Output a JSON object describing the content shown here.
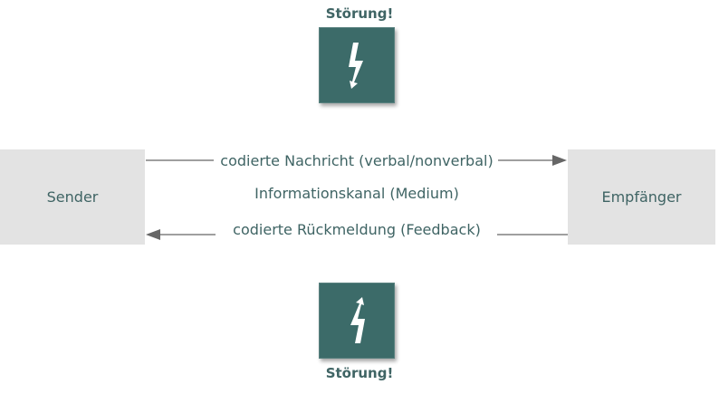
{
  "disturbance_top": {
    "label": "Störung!",
    "icon": "lightning-bolt-icon"
  },
  "disturbance_bottom": {
    "label": "Störung!",
    "icon": "lightning-bolt-icon"
  },
  "sender": {
    "label": "Sender"
  },
  "receiver": {
    "label": "Empfänger"
  },
  "channel": {
    "message": "codierte Nachricht (verbal/nonverbal)",
    "medium": "Informationskanal (Medium)",
    "feedback": "codierte Rückmeldung (Feedback)"
  },
  "colors": {
    "accent": "#3c6b69",
    "text": "#3f6464",
    "box": "#e3e3e3",
    "arrow": "#666666"
  }
}
